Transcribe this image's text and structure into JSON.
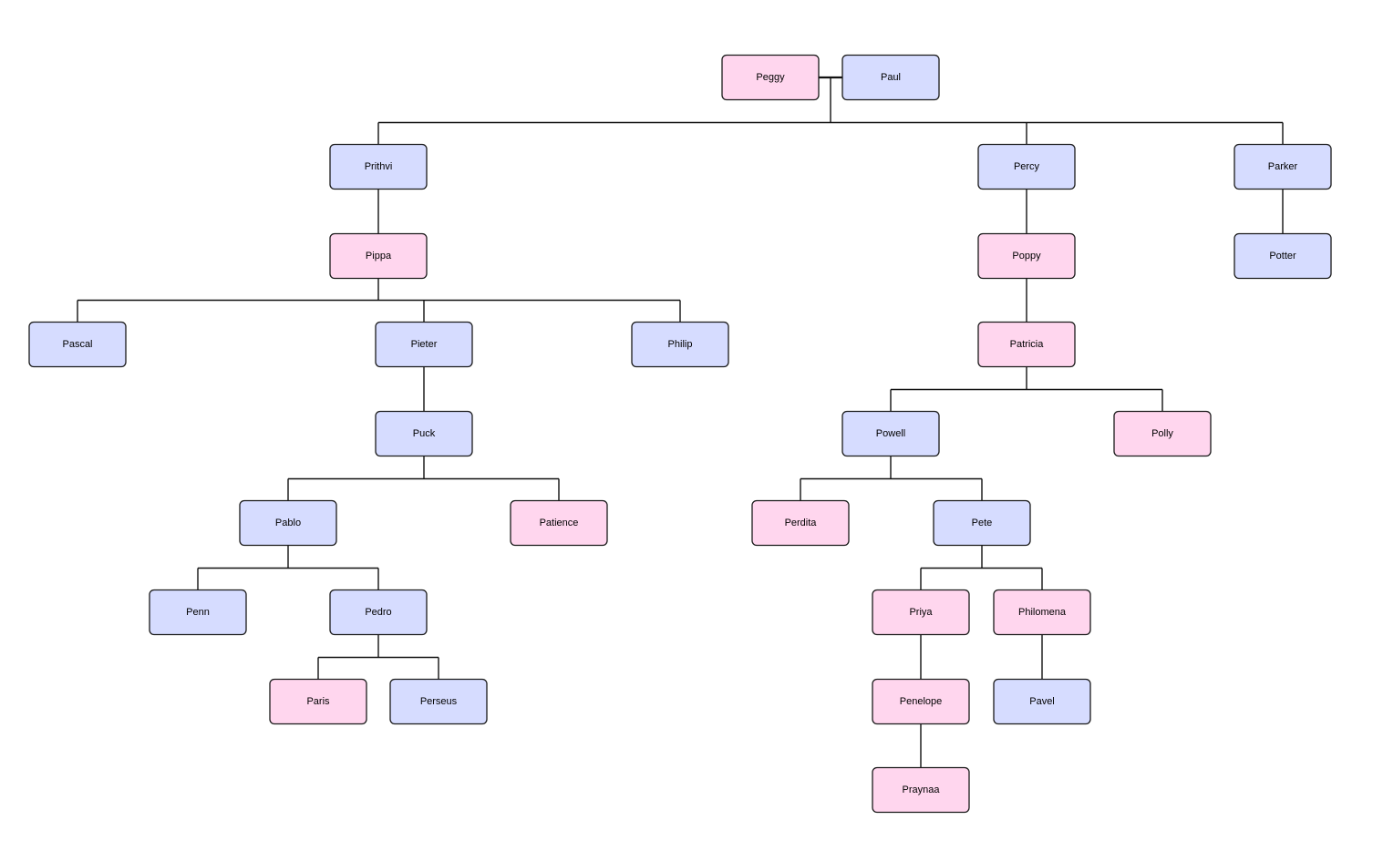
{
  "diagram": {
    "type": "family-tree",
    "colors": {
      "female": "#ffd6ee",
      "male": "#d6dcff",
      "border": "#1a1a1a",
      "line": "#111111"
    },
    "couple": [
      {
        "id": "peggy",
        "label": "Peggy",
        "gender": "female"
      },
      {
        "id": "paul",
        "label": "Paul",
        "gender": "male"
      }
    ],
    "people": [
      {
        "id": "prithvi",
        "label": "Prithvi",
        "gender": "male",
        "parent": "couple"
      },
      {
        "id": "percy",
        "label": "Percy",
        "gender": "male",
        "parent": "couple"
      },
      {
        "id": "parker",
        "label": "Parker",
        "gender": "male",
        "parent": "couple"
      },
      {
        "id": "pippa",
        "label": "Pippa",
        "gender": "female",
        "parent": "prithvi"
      },
      {
        "id": "poppy",
        "label": "Poppy",
        "gender": "female",
        "parent": "percy"
      },
      {
        "id": "potter",
        "label": "Potter",
        "gender": "male",
        "parent": "parker"
      },
      {
        "id": "pascal",
        "label": "Pascal",
        "gender": "male",
        "parent": "pippa"
      },
      {
        "id": "pieter",
        "label": "Pieter",
        "gender": "male",
        "parent": "pippa"
      },
      {
        "id": "philip",
        "label": "Philip",
        "gender": "male",
        "parent": "pippa"
      },
      {
        "id": "patricia",
        "label": "Patricia",
        "gender": "female",
        "parent": "poppy"
      },
      {
        "id": "puck",
        "label": "Puck",
        "gender": "male",
        "parent": "pieter"
      },
      {
        "id": "powell",
        "label": "Powell",
        "gender": "male",
        "parent": "patricia"
      },
      {
        "id": "polly",
        "label": "Polly",
        "gender": "female",
        "parent": "patricia"
      },
      {
        "id": "pablo",
        "label": "Pablo",
        "gender": "male",
        "parent": "puck"
      },
      {
        "id": "patience",
        "label": "Patience",
        "gender": "female",
        "parent": "puck"
      },
      {
        "id": "perdita",
        "label": "Perdita",
        "gender": "female",
        "parent": "powell"
      },
      {
        "id": "pete",
        "label": "Pete",
        "gender": "male",
        "parent": "powell"
      },
      {
        "id": "penn",
        "label": "Penn",
        "gender": "male",
        "parent": "pablo"
      },
      {
        "id": "pedro",
        "label": "Pedro",
        "gender": "male",
        "parent": "pablo"
      },
      {
        "id": "priya",
        "label": "Priya",
        "gender": "female",
        "parent": "pete"
      },
      {
        "id": "philomena",
        "label": "Philomena",
        "gender": "female",
        "parent": "pete"
      },
      {
        "id": "paris",
        "label": "Paris",
        "gender": "female",
        "parent": "pedro"
      },
      {
        "id": "perseus",
        "label": "Perseus",
        "gender": "male",
        "parent": "pedro"
      },
      {
        "id": "penelope",
        "label": "Penelope",
        "gender": "female",
        "parent": "priya"
      },
      {
        "id": "pavel",
        "label": "Pavel",
        "gender": "male",
        "parent": "philomena"
      },
      {
        "id": "praynaa",
        "label": "Praynaa",
        "gender": "female",
        "parent": "penelope"
      }
    ]
  }
}
